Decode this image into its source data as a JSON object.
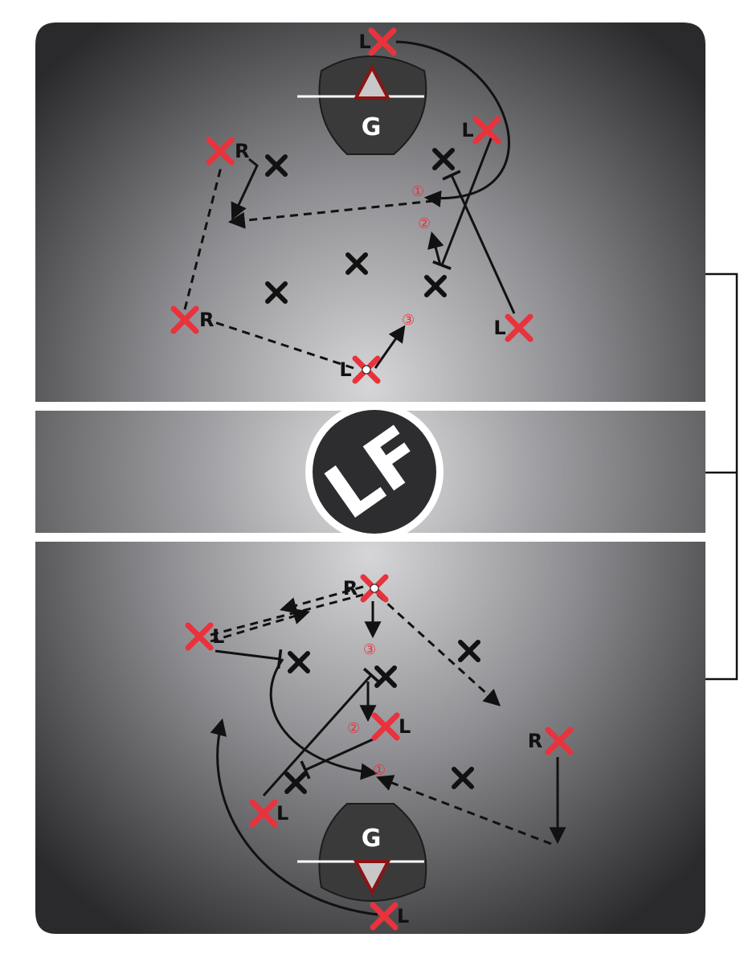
{
  "players": {
    "top": [
      {
        "id": "t-offense-crease",
        "side": "offense",
        "label": "L"
      },
      {
        "id": "t-offense-right-top",
        "side": "offense",
        "label": "L"
      },
      {
        "id": "t-offense-left-wing",
        "side": "offense",
        "label": "R"
      },
      {
        "id": "t-offense-left-point",
        "side": "offense",
        "label": "R"
      },
      {
        "id": "t-offense-ball-carrier",
        "side": "offense",
        "label": "L"
      },
      {
        "id": "t-offense-right-low",
        "side": "offense",
        "label": "L"
      },
      {
        "id": "t-defense-1",
        "side": "defense",
        "label": ""
      },
      {
        "id": "t-defense-2",
        "side": "defense",
        "label": ""
      },
      {
        "id": "t-defense-3",
        "side": "defense",
        "label": ""
      },
      {
        "id": "t-defense-4",
        "side": "defense",
        "label": ""
      },
      {
        "id": "t-defense-5",
        "side": "defense",
        "label": ""
      }
    ],
    "bottom": [
      {
        "id": "b-offense-ball-carrier",
        "side": "offense",
        "label": "R"
      },
      {
        "id": "b-offense-left-top",
        "side": "offense",
        "label": "L"
      },
      {
        "id": "b-offense-mid",
        "side": "offense",
        "label": "L"
      },
      {
        "id": "b-offense-right-wing",
        "side": "offense",
        "label": "R"
      },
      {
        "id": "b-offense-left-low",
        "side": "offense",
        "label": "L"
      },
      {
        "id": "b-offense-crease",
        "side": "offense",
        "label": "L"
      },
      {
        "id": "b-defense-1",
        "side": "defense",
        "label": ""
      },
      {
        "id": "b-defense-2",
        "side": "defense",
        "label": ""
      },
      {
        "id": "b-defense-3",
        "side": "defense",
        "label": ""
      },
      {
        "id": "b-defense-4",
        "side": "defense",
        "label": ""
      },
      {
        "id": "b-defense-5",
        "side": "defense",
        "label": ""
      }
    ]
  },
  "goalie_label": "G",
  "steps": [
    "①",
    "②",
    "③"
  ],
  "logo_text": "LF",
  "colors": {
    "offense": "#e8333d",
    "defense": "#111111",
    "step_marker": "#e8333d",
    "field_dark": "#2a2a2a",
    "field_light": "#d4d4d6",
    "crease_fill": "#3a3a3a",
    "goal_red": "#9a1a1a",
    "lines": "#ffffff"
  }
}
